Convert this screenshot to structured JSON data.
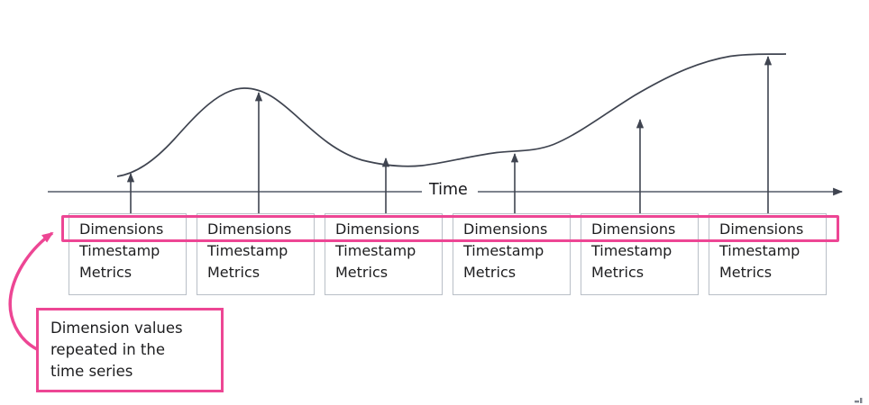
{
  "axis": {
    "label": "Time"
  },
  "series_boxes": [
    {
      "line1": "Dimensions",
      "line2": "Timestamp",
      "line3": "Metrics"
    },
    {
      "line1": "Dimensions",
      "line2": "Timestamp",
      "line3": "Metrics"
    },
    {
      "line1": "Dimensions",
      "line2": "Timestamp",
      "line3": "Metrics"
    },
    {
      "line1": "Dimensions",
      "line2": "Timestamp",
      "line3": "Metrics"
    },
    {
      "line1": "Dimensions",
      "line2": "Timestamp",
      "line3": "Metrics"
    },
    {
      "line1": "Dimensions",
      "line2": "Timestamp",
      "line3": "Metrics"
    }
  ],
  "annotation": {
    "text_lines": [
      "Dimension values",
      "repeated in the",
      "time series"
    ]
  },
  "colors": {
    "accent_pink": "#ED4694",
    "line_dark": "#3F4450",
    "axis_gray": "#7E838D",
    "box_border": "#B9BFC7",
    "text_dark": "#1D1D1F"
  }
}
